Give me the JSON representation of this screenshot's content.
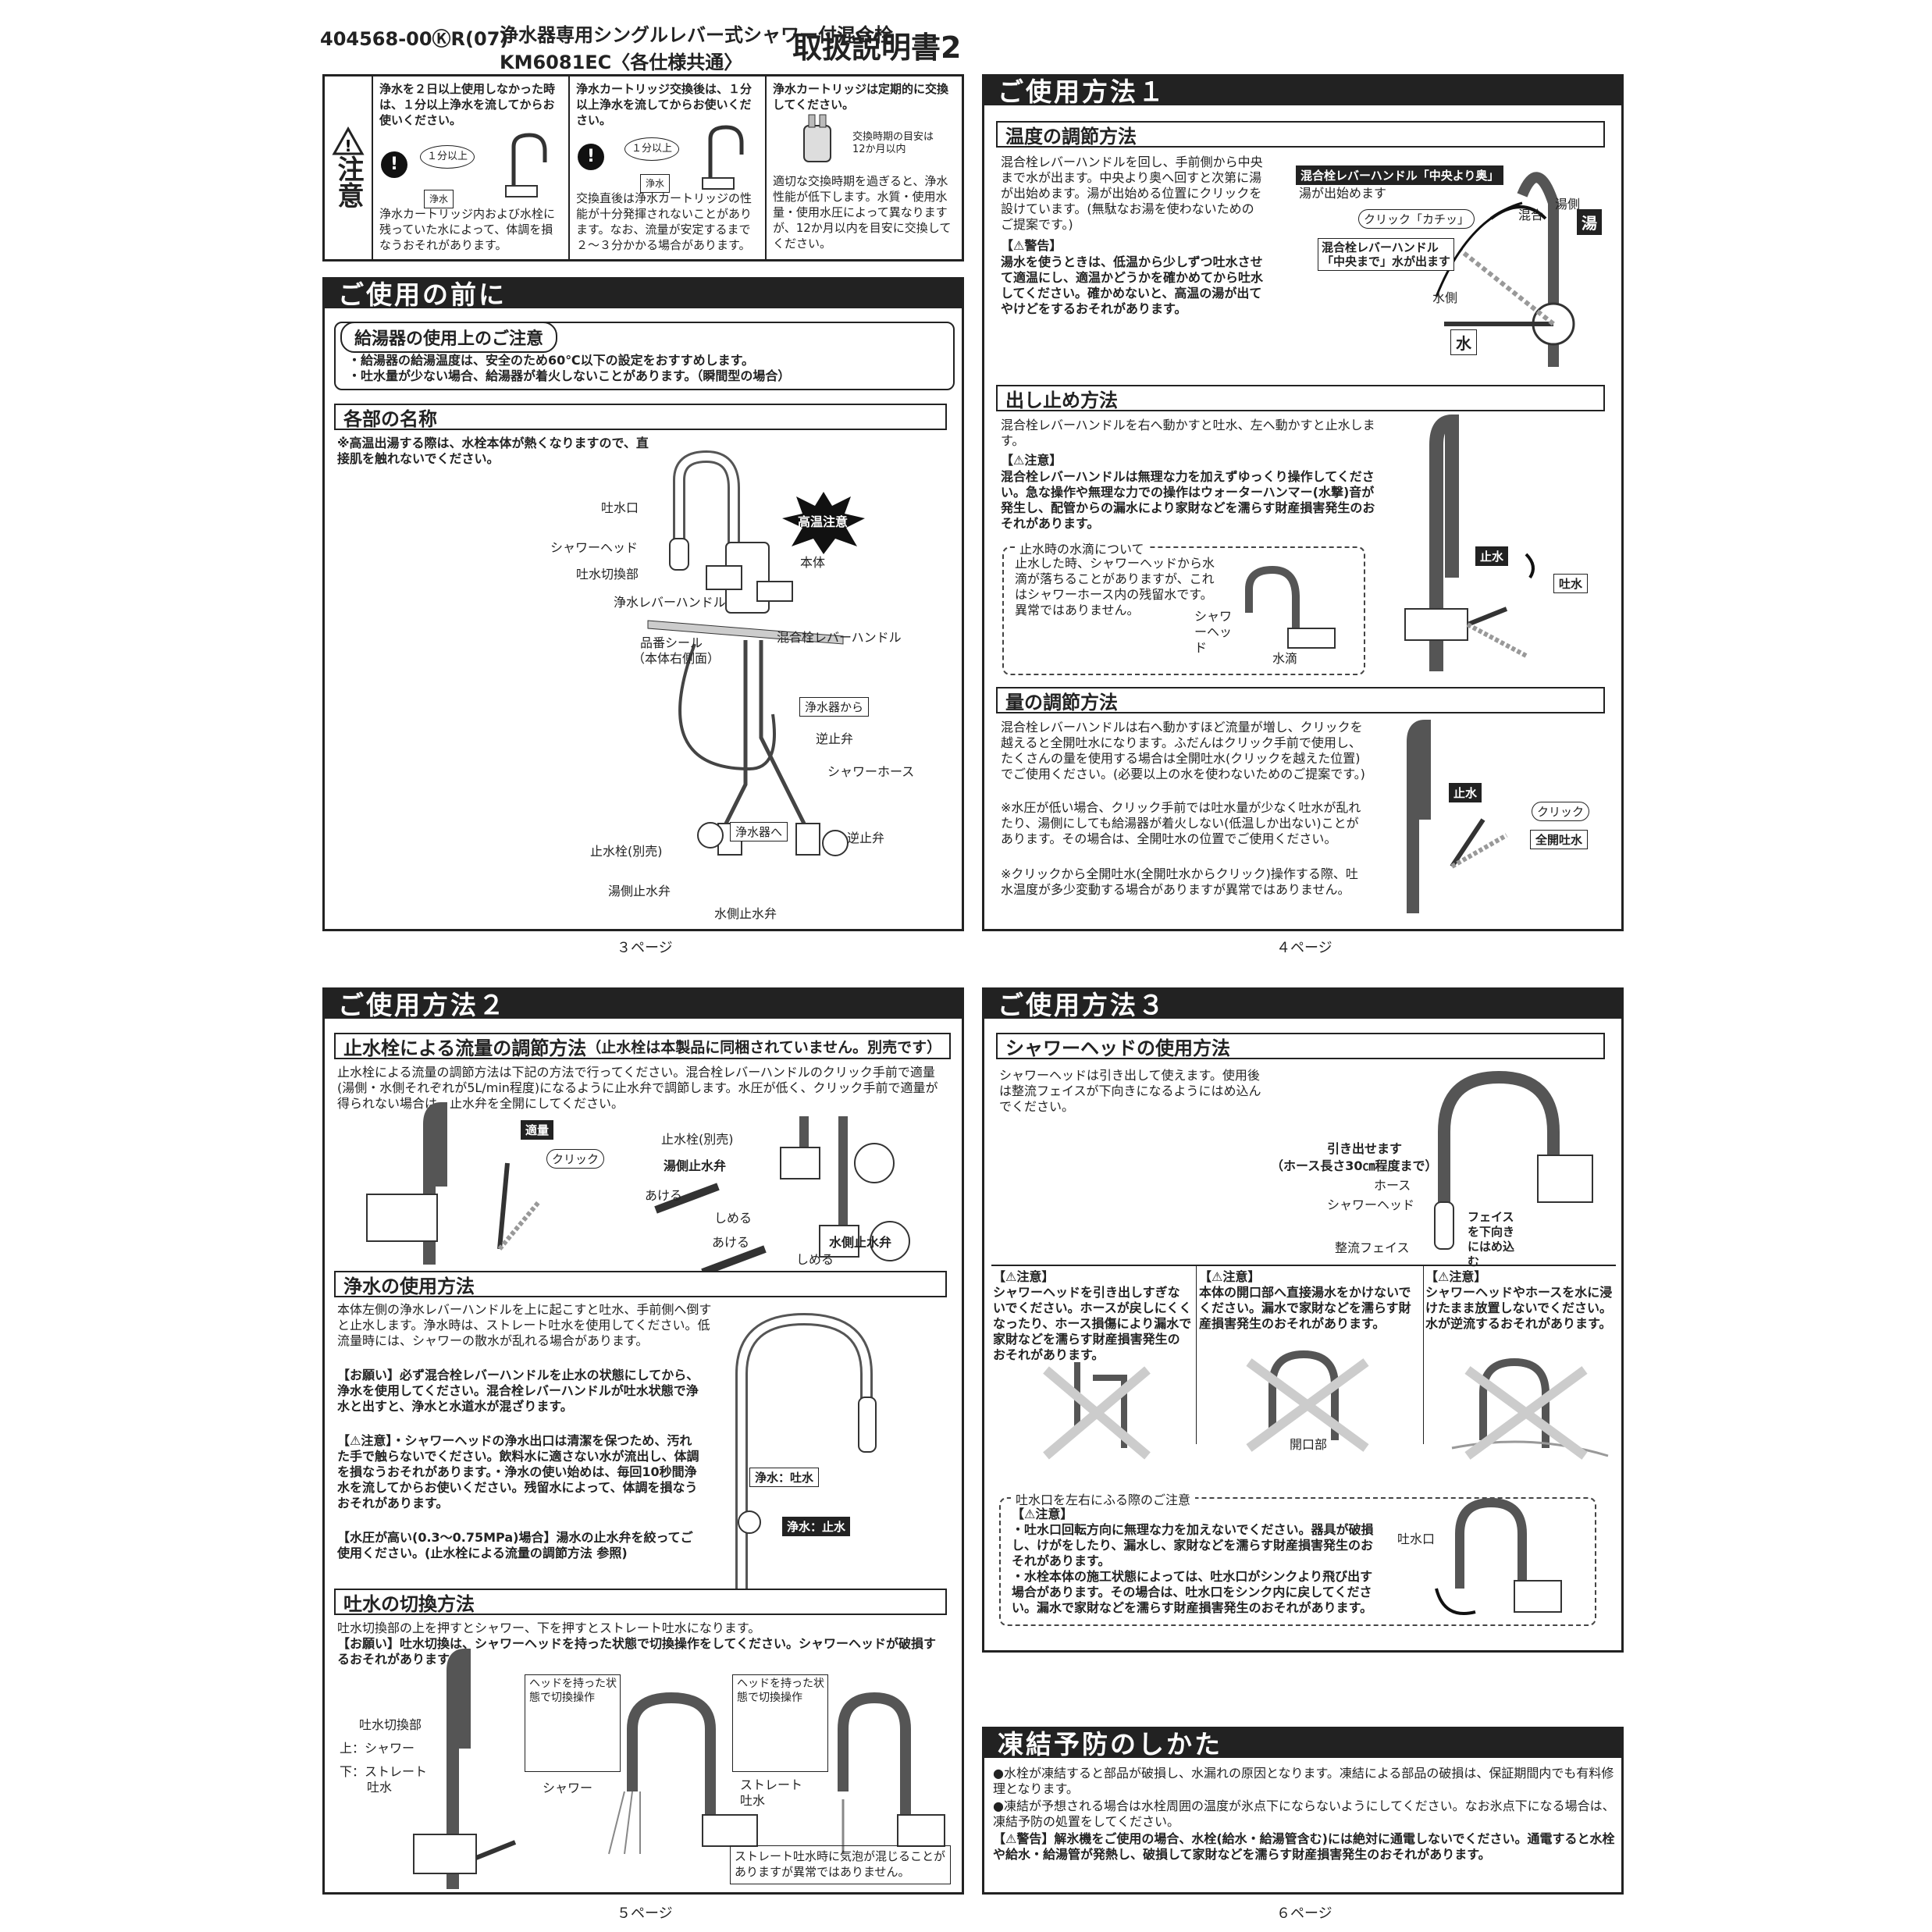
{
  "header": {
    "code": "404568-00ⓀR(07)",
    "title_line1": "浄水器専用シングルレバー式シャワー付混合栓",
    "title_line2": "KM6081EC〈各仕様共通〉",
    "doc_title": "取扱説明書2"
  },
  "caution": {
    "side_label": "注意",
    "col1_bold": "浄水を２日以上使用しなかった時は、１分以上浄水を流してからお使いください。",
    "col1_note": "浄水カートリッジ内および水栓に残っていた水によって、体調を損なうおそれがあります。",
    "col1_bubble": "１分以上",
    "col1_tag": "浄水",
    "col2_bold": "浄水カートリッジ交換後は、１分以上浄水を流してからお使いください。",
    "col2_note": "交換直後は浄水カートリッジの性能が十分発揮されないことがあります。なお、流量が安定するまで２～３分かかる場合があります。",
    "col2_bubble": "１分以上",
    "col2_tag": "浄水",
    "col3_bold": "浄水カートリッジは定期的に交換してください。",
    "col3_side": "交換時期の目安は12か月以内",
    "col3_note": "適切な交換時期を過ぎると、浄水性能が低下します。水質・使用水量・使用水圧によって異なりますが、12か月以内を目安に交換してください。"
  },
  "page3": {
    "bar": "ご使用の前に",
    "pill": "給湯器の使用上のご注意",
    "pill_items": [
      "・給湯器の給湯温度は、安全のため60℃以下の設定をおすすめします。",
      "・吐水量が少ない場合、給湯器が着火しないことがあります。（瞬間型の場合）"
    ],
    "parts_title": "各部の名称",
    "parts_note": "※高温出湯する際は、水栓本体が熱くなりますので、直接肌を触れないでください。",
    "labels": {
      "spout": "吐水口",
      "shower_head": "シャワーヘッド",
      "switch": "吐水切換部",
      "hot_caution": "高温注意",
      "body": "本体",
      "pure_lever": "浄水レバーハンドル",
      "mix_lever": "混合栓レバーハンドル",
      "seal": "品番シール",
      "seal_sub": "（本体右側面）",
      "from_purifier": "浄水器から",
      "check_valve": "逆止弁",
      "shower_hose": "シャワーホース",
      "to_purifier": "浄水器へ",
      "check_valve2": "逆止弁",
      "stop_valve": "止水栓(別売)",
      "hot_valve": "湯側止水弁",
      "cold_valve": "水側止水弁"
    },
    "page_no": "３ページ"
  },
  "page4": {
    "bar": "ご使用方法１",
    "temp_title": "温度の調節方法",
    "temp_text": "混合栓レバーハンドルを回し、手前側から中央まで水が出ます。中央より奥へ回すと次第に湯が出始めます。湯が出始める位置にクリックを設けています。(無駄なお湯を使わないためのご提案です。)",
    "temp_warn_head": "【⚠警告】",
    "temp_warn": "湯水を使うときは、低温から少しずつ吐水させて適温にし、適温かどうかを確かめてから吐水してください。確かめないと、高温の湯が出てやけどをするおそれがあります。",
    "temp_labels": {
      "center_far": "混合栓レバーハンドル「中央より奥」",
      "center_far2": "湯が出始めます",
      "click": "クリック「カチッ」",
      "mix": "混合",
      "hot_side": "湯側",
      "hot": "湯",
      "to_center": "混合栓レバーハンドル",
      "to_center2": "「中央まで」水が出ます",
      "cold_side": "水側",
      "cold": "水"
    },
    "flow_title": "出し止め方法",
    "flow_text": "混合栓レバーハンドルを右へ動かすと吐水、左へ動かすと止水します。",
    "flow_warn_head": "【⚠注意】",
    "flow_warn": "混合栓レバーハンドルは無理な力を加えずゆっくり操作してください。急な操作や無理な力での操作はウォーターハンマー(水撃)音が発生し、配管からの漏水により家財などを濡らす財産損害発生のおそれがあります。",
    "drip_title": "止水時の水滴について",
    "drip_text": "止水した時、シャワーヘッドから水滴が落ちることがありますが、これはシャワーホース内の残留水です。異常ではありません。",
    "drip_labels": {
      "shower_head": "シャワーヘッド",
      "drop": "水滴"
    },
    "flow_labels": {
      "stop": "止水",
      "flow": "吐水"
    },
    "vol_title": "量の調節方法",
    "vol_text": "混合栓レバーハンドルは右へ動かすほど流量が増し、クリックを越えると全開吐水になります。ふだんはクリック手前で使用し、たくさんの量を使用する場合は全開吐水(クリックを越えた位置)でご使用ください。(必要以上の水を使わないためのご提案です。)",
    "vol_note1": "※水圧が低い場合、クリック手前では吐水量が少なく吐水が乱れたり、湯側にしても給湯器が着火しない(低温しか出ない)ことがあります。その場合は、全開吐水の位置でご使用ください。",
    "vol_note2": "※クリックから全開吐水(全開吐水からクリック)操作する際、吐水温度が多少変動する場合がありますが異常ではありません。",
    "vol_labels": {
      "stop": "止水",
      "click": "クリック",
      "full": "全開吐水"
    },
    "page_no": "４ページ"
  },
  "page5": {
    "bar": "ご使用方法２",
    "valve_title": "止水栓による流量の調節方法",
    "valve_title_note": "（止水栓は本製品に同梱されていません。別売です）",
    "valve_text": "止水栓による流量の調節方法は下記の方法で行ってください。混合栓レバーハンドルのクリック手前で適量(湯側・水側それぞれが5L/min程度)になるように止水弁で調節します。水圧が低く、クリック手前で適量が得られない場合は、止水弁を全開にしてください。",
    "valve_labels": {
      "proper": "適量",
      "click": "クリック",
      "stop_valve": "止水栓(別売)",
      "hot_valve": "湯側止水弁",
      "open": "あける",
      "close": "しめる",
      "open2": "あける",
      "cold_valve": "水側止水弁",
      "close2": "しめる"
    },
    "pure_title": "浄水の使用方法",
    "pure_text": "本体左側の浄水レバーハンドルを上に起こすと吐水、手前側へ倒すと止水します。浄水時は、ストレート吐水を使用してください。低流量時には、シャワーの散水が乱れる場合があります。",
    "pure_req": "【お願い】必ず混合栓レバーハンドルを止水の状態にしてから、浄水を使用してください。混合栓レバーハンドルが吐水状態で浄水と出すと、浄水と水道水が混ざります。",
    "pure_caution": "【⚠注意】・シャワーヘッドの浄水出口は清潔を保つため、汚れた手で触らないでください。飲料水に適さない水が流出し、体調を損なうおそれがあります。・浄水の使い始めは、毎回10秒間浄水を流してからお使いください。残留水によって、体調を損なうおそれがあります。",
    "pure_pressure": "【水圧が高い(0.3～0.75MPa)場合】湯水の止水弁を絞ってご使用ください。(止水栓による流量の調節方法 参照)",
    "pure_labels": {
      "on": "浄水：吐水",
      "off": "浄水：止水"
    },
    "switch_title": "吐水の切換方法",
    "switch_text": "吐水切換部の上を押すとシャワー、下を押すとストレート吐水になります。",
    "switch_req": "【お願い】吐水切換は、シャワーヘッドを持った状態で切換操作をしてください。シャワーヘッドが破損するおそれがあります。",
    "switch_labels": {
      "part": "吐水切換部",
      "up": "上：シャワー",
      "down": "下：ストレート",
      "down2": "吐水",
      "hold1": "ヘッドを持った状態で切換操作",
      "shower": "シャワー",
      "hold2": "ヘッドを持った状態で切換操作",
      "straight": "ストレート吐水",
      "bubble_note": "ストレート吐水時に気泡が混じることがありますが異常ではありません。"
    },
    "page_no": "５ページ"
  },
  "page6": {
    "bar": "ご使用方法３",
    "shower_title": "シャワーヘッドの使用方法",
    "shower_text": "シャワーヘッドは引き出して使えます。使用後は整流フェイスが下向きになるようにはめ込んでください。",
    "shower_labels": {
      "pull": "引き出せます",
      "pull2": "（ホース長さ30㎝程度まで）",
      "hose": "ホース",
      "head": "シャワーヘッド",
      "face": "整流フェイス",
      "down": "フェイスを下向きにはめ込む"
    },
    "c1_head": "【⚠注意】",
    "c1": "シャワーヘッドを引き出しすぎないでください。ホースが戻しにくくなったり、ホース損傷により漏水で家財などを濡らす財産損害発生のおそれがあります。",
    "c2_head": "【⚠注意】",
    "c2": "本体の開口部へ直接湯水をかけないでください。漏水で家財などを濡らす財産損害発生のおそれがあります。",
    "c2_label": "開口部",
    "c3_head": "【⚠注意】",
    "c3": "シャワーヘッドやホースを水に浸けたまま放置しないでください。水が逆流するおそれがあります。",
    "swing_title": "吐水口を左右にふる際のご注意",
    "swing_head": "【⚠注意】",
    "swing_items": [
      "・吐水口回転方向に無理な力を加えないでください。器具が破損し、けがをしたり、漏水し、家財などを濡らす財産損害発生のおそれがあります。",
      "・水栓本体の施工状態によっては、吐水口がシンクより飛び出す場合があります。その場合は、吐水口をシンク内に戻してください。漏水で家財などを濡らす財産損害発生のおそれがあります。"
    ],
    "swing_label": "吐水口",
    "freeze_bar": "凍結予防のしかた",
    "freeze_items": [
      "●水栓が凍結すると部品が破損し、水漏れの原因となります。凍結による部品の破損は、保証期間内でも有料修理となります。",
      "●凍結が予想される場合は水栓周囲の温度が氷点下にならないようにしてください。なお氷点下になる場合は、凍結予防の処置をしてください。"
    ],
    "freeze_warn": "【⚠警告】解氷機をご使用の場合、水栓(給水・給湯管含む)には絶対に通電しないでください。通電すると水栓や給水・給湯管が発熱し、破損して家財などを濡らす財産損害発生のおそれがあります。",
    "page_no": "６ページ"
  }
}
